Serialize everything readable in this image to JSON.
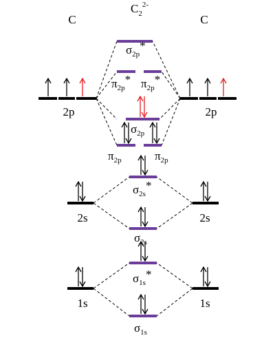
{
  "atoms": {
    "left": "C",
    "right": "C"
  },
  "molecule": {
    "base": "C",
    "sub": "2",
    "sup": "2-"
  },
  "ao_labels": {
    "p": "2p",
    "s2": "2s",
    "s1": "1s"
  },
  "mo_labels": {
    "sigma_symbol": "σ",
    "pi_symbol": "π",
    "star": "*",
    "sub_2p": "2p",
    "sub_2s": "2s",
    "sub_1s": "1s"
  },
  "electrons": {
    "left_2p": [
      "up",
      "up",
      "up"
    ],
    "right_2p": [
      "up",
      "up",
      "up"
    ],
    "left_2s": "pair",
    "right_2s": "pair",
    "left_1s": "pair",
    "right_1s": "pair",
    "sigma_1s": "pair",
    "sigma_1s_star": "pair",
    "sigma_2s": "pair",
    "sigma_2s_star": "pair",
    "pi_2p": [
      "pair",
      "pair"
    ],
    "sigma_2p": "pair",
    "pi_2p_star": "empty",
    "sigma_2p_star": "empty"
  },
  "colors": {
    "mo_level": "#6a3d9a",
    "ao_level": "#000000",
    "added_electron": "#e41a1c",
    "electron": "#000000"
  }
}
